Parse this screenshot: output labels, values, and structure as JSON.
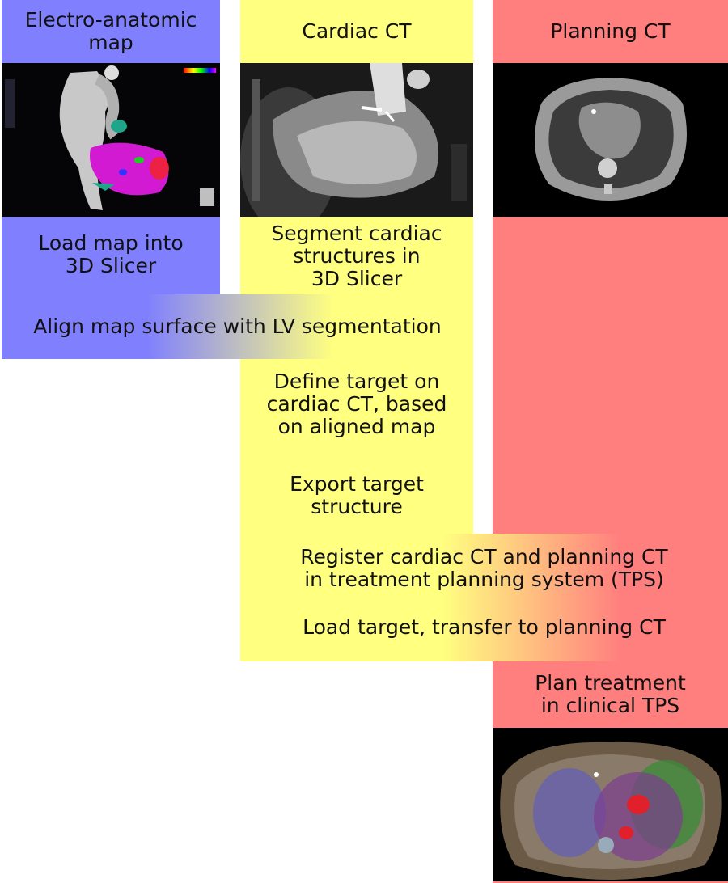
{
  "colors": {
    "map_column": "#8080ff",
    "cardiac_column": "#ffff80",
    "planning_column": "#ff7f7f",
    "background": "#ffffff"
  },
  "columns": {
    "map": {
      "header": "Electro-anatomic\nmap",
      "step": "Load map into\n3D Slicer"
    },
    "cardiac": {
      "header": "Cardiac CT",
      "step_segment": "Segment cardiac\nstructures in\n3D Slicer",
      "step_define": "Define target on\ncardiac CT, based\non aligned map",
      "step_export": "Export target\nstructure"
    },
    "planning": {
      "header": "Planning CT",
      "step_plan": "Plan treatment\nin clinical TPS"
    }
  },
  "shared_steps": {
    "align": "Align map surface with LV segmentation",
    "register": "Register cardiac CT and planning CT\nin treatment planning system (TPS)",
    "load": "Load target, transfer to planning CT"
  },
  "images": {
    "map": "electro-anatomic map rendering",
    "cardiac": "cardiac CT slice",
    "planning": "planning CT slice",
    "plan": "treatment plan dose overlay"
  }
}
